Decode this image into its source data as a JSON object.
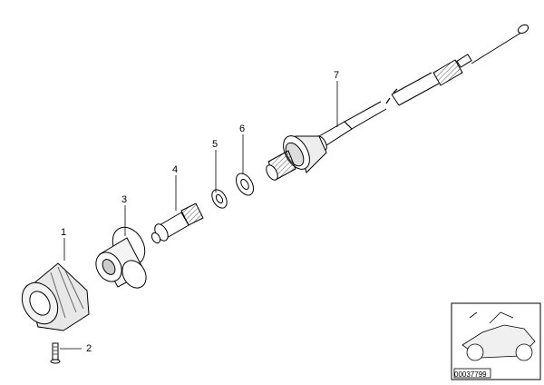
{
  "callouts": {
    "part1": "1",
    "part2": "2",
    "part3": "3",
    "part4": "4",
    "part5": "5",
    "part6": "6",
    "part7": "7"
  },
  "thumbnail": {
    "ref_code": "00037799"
  }
}
